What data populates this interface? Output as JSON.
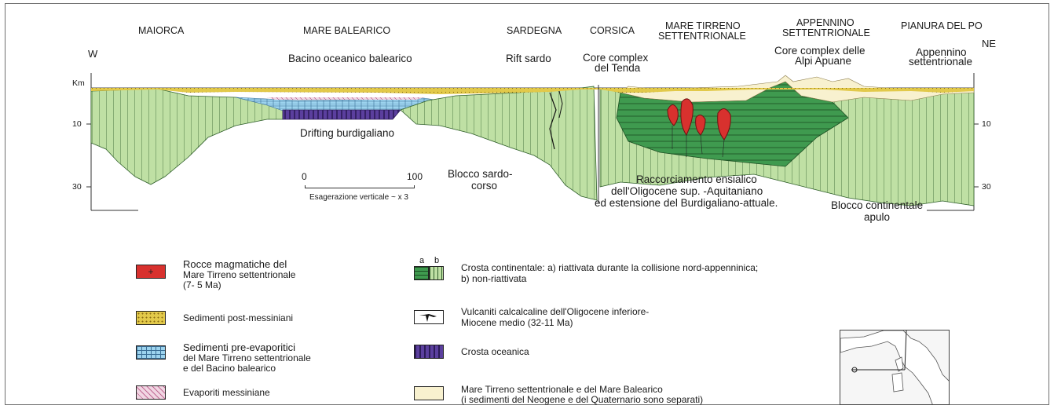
{
  "regions": {
    "maiorca": "MAIORCA",
    "mare_balearico": "MARE BALEARICO",
    "sardegna": "SARDEGNA",
    "corsica": "CORSICA",
    "mare_tirreno": "MARE TIRRENO",
    "mare_tirreno_2": "SETTENTRIONALE",
    "appennino": "APPENNINO",
    "appennino_2": "SETTENTRIONALE",
    "pianura_po": "PIANURA DEL PO"
  },
  "directions": {
    "west": "W",
    "northeast": "NE"
  },
  "features": {
    "bacino": "Bacino oceanico balearico",
    "rift": "Rift sardo",
    "core_tenda_1": "Core complex",
    "core_tenda_2": "del Tenda",
    "core_apuane_1": "Core complex delle",
    "core_apuane_2": "Alpi Apuane",
    "appennino_sett_1": "Appennino",
    "appennino_sett_2": "settentrionale",
    "drifting": "Drifting  burdigaliano",
    "blocco_sardo_1": "Blocco sardo-",
    "blocco_sardo_2": "corso",
    "raccorciamento_1": "Raccorciamento ensialico",
    "raccorciamento_2": "dell'Oligocene sup. -Aquitaniano",
    "raccorciamento_3": "ed estensione del Burdigaliano-attuale.",
    "blocco_apulo_1": "Blocco continentale",
    "blocco_apulo_2": "apulo"
  },
  "axis": {
    "unit": "Km",
    "left_ticks": [
      "10",
      "30"
    ],
    "right_ticks": [
      "10",
      "30"
    ]
  },
  "scale": {
    "start": "0",
    "end": "100",
    "caption": "Esagerazione verticale  ~ x 3"
  },
  "legend": {
    "magmatic_1": "Rocce magmatiche del",
    "magmatic_2": "Mare Tirreno settentrionale",
    "magmatic_3": "(7- 5 Ma)",
    "post_messiniani": "Sedimenti post-messiniani",
    "pre_evap_1": "Sedimenti  pre-evaporitici",
    "pre_evap_2": "del Mare Tirreno settentrionale",
    "pre_evap_3": "e del Bacino balearico",
    "evaporiti": "Evaporiti messiniane",
    "crust_ab_a": "a",
    "crust_ab_b": "b",
    "crust_1": "Crosta continentale: a) riattivata durante la collisione nord-appenninica;",
    "crust_2": "b) non-riattivata",
    "vulcaniti_1": "Vulcaniti calcalcaline dell'Oligocene inferiore-",
    "vulcaniti_2": "Miocene medio (32-11 Ma)",
    "oceanica": "Crosta oceanica",
    "mare_1": "Mare Tirreno settentrionale e del Mare Balearico",
    "mare_2": "(i sedimenti del Neogene e del Quaternario sono separati)"
  },
  "colors": {
    "crust_reactivated": "#3f9a4f",
    "crust_non_reactivated": "#bfe0a4",
    "oceanic": "#5b3f9e",
    "post_messinian": "#e2c94a",
    "pre_evaporitic": "#9cd3ee",
    "evaporites": "#e7b6cf",
    "magmatic": "#d8312e",
    "sediments": "#f8f1cf"
  },
  "icons": {
    "magmatic": "cross-symbol",
    "volcanic": "volcanic-dike-symbol",
    "map": "location-map-icon"
  }
}
